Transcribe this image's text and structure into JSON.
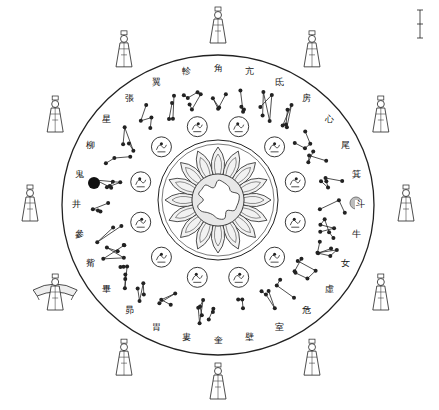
{
  "diagram": {
    "labels": [
      "角",
      "亢",
      "氐",
      "房",
      "心",
      "尾",
      "箕",
      "斗",
      "牛",
      "女",
      "虛",
      "危",
      "室",
      "壁",
      "奎",
      "婁",
      "胃",
      "昴",
      "畢",
      "觜",
      "參",
      "井",
      "鬼",
      "柳",
      "星",
      "張",
      "翼",
      "軫"
    ]
  }
}
